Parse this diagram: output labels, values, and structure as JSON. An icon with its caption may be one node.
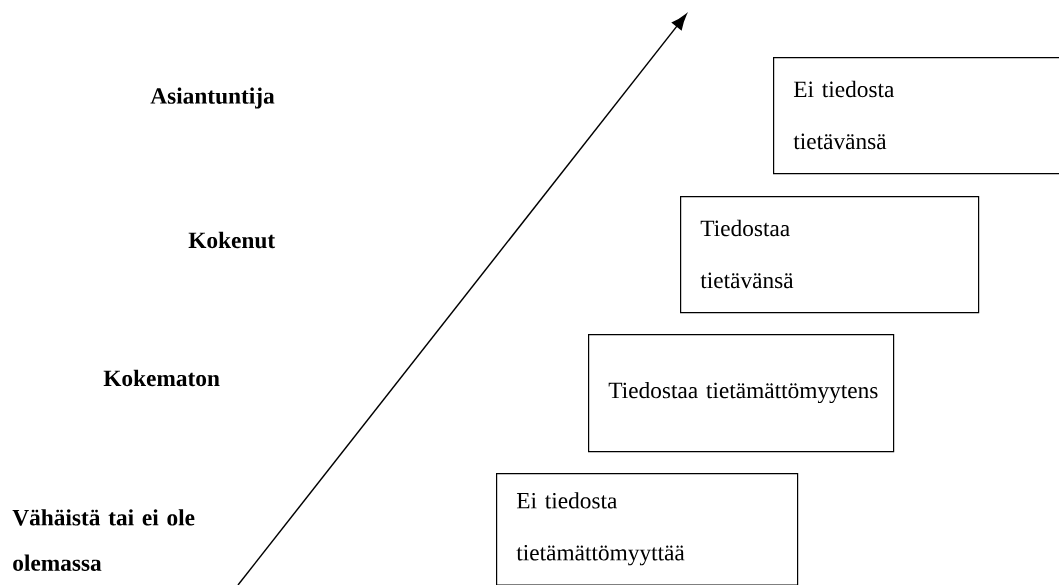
{
  "diagram": {
    "nodes": [
      {
        "text": [
          "Ei tiedosta tietävänsä"
        ]
      },
      {
        "text": [
          "Tiedostaa tietävänsä"
        ]
      },
      {
        "text": [
          "Tiedostaa tietämättömyytens"
        ]
      },
      {
        "text": [
          "Ei tiedosta tietämättömyyttää"
        ]
      }
    ],
    "labels": [
      "Asiantuntija",
      "Kokenut",
      "Kokematon",
      "Vähäistä tai ei ole olemassa"
    ]
  }
}
